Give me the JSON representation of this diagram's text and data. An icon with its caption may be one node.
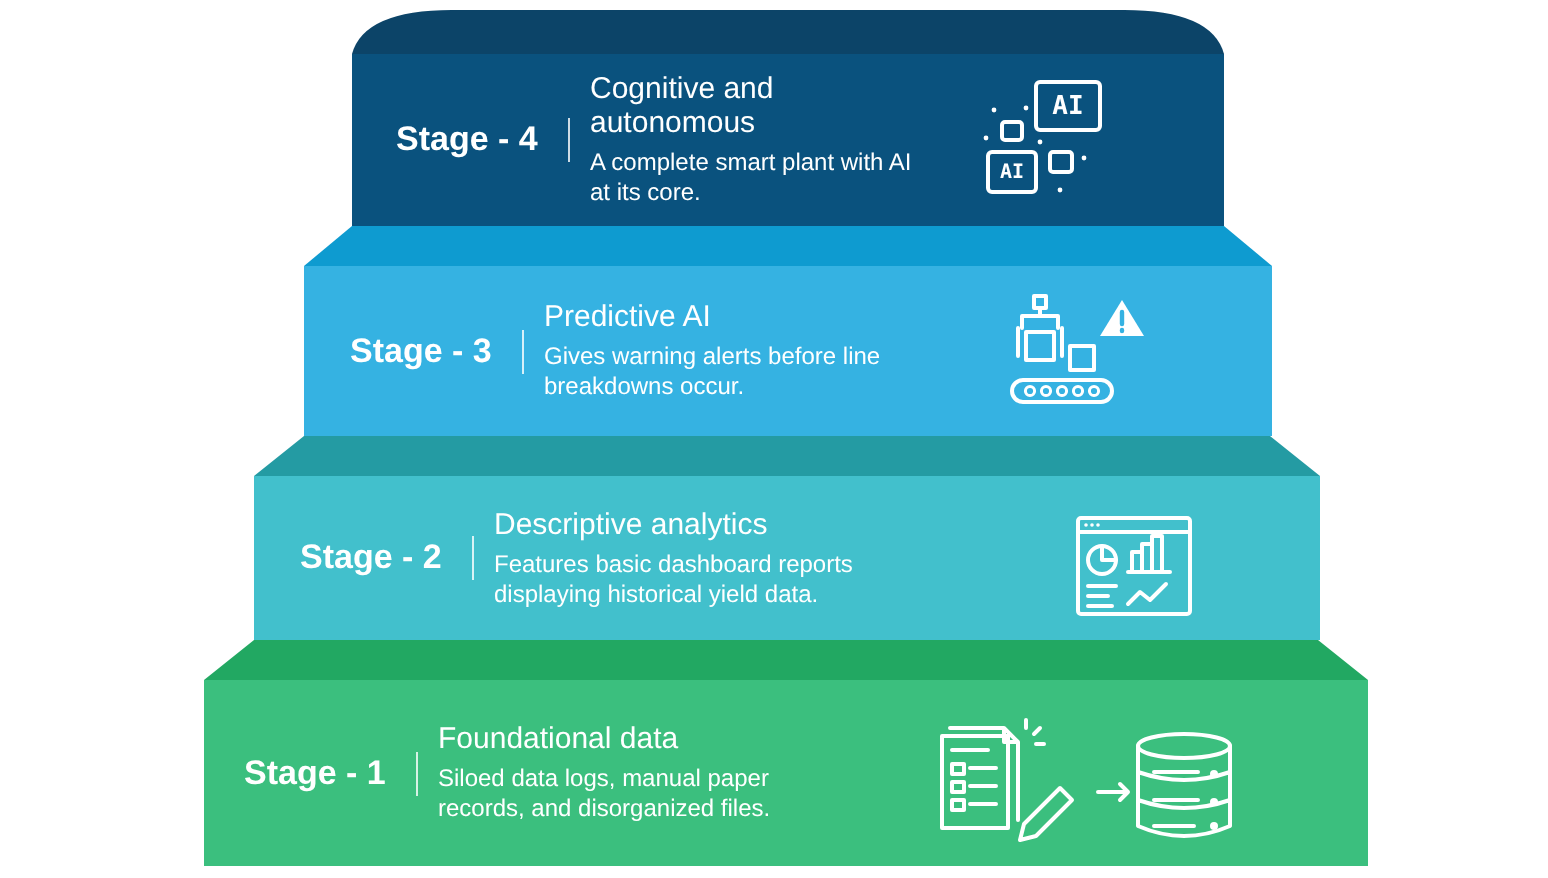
{
  "diagram": {
    "nodes": [
      {
        "text": [
          "Stage - 4",
          "Cognitive and autonomous",
          "A complete smart plant with AI at its core."
        ]
      },
      {
        "text": [
          "Stage - 3",
          "Predictive AI",
          "Gives warning alerts before line breakdowns occur."
        ]
      },
      {
        "text": [
          "Stage - 2",
          "Descriptive analytics",
          "Features basic dashboard reports displaying historical yield data."
        ]
      },
      {
        "text": [
          "Stage - 1",
          "Foundational data",
          "Siloed data logs, manual paper records, and disorganized files."
        ]
      }
    ],
    "labels": [
      "AI",
      "AI"
    ]
  }
}
